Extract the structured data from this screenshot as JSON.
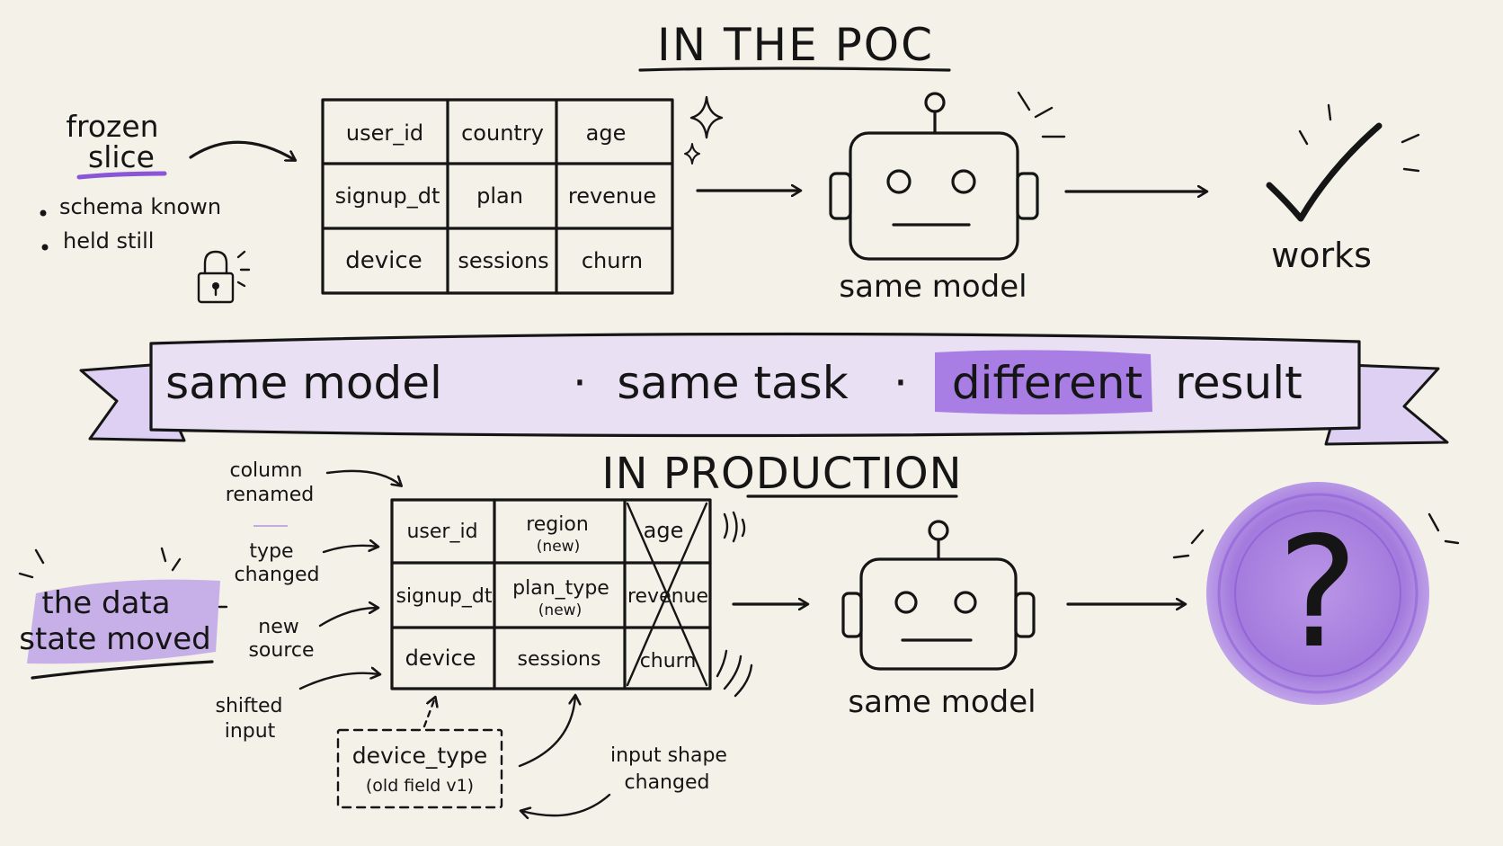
{
  "colors": {
    "background": "#f4f1e8",
    "ink": "#151515",
    "accent": "#8a55d6",
    "accent_light": "#c9b2ec",
    "accent_soft": "#ddd0f2"
  },
  "poc": {
    "title": "IN THE POC",
    "frozen_label_1": "frozen",
    "frozen_label_2": "slice",
    "bullets": [
      "schema known",
      "held still"
    ],
    "table": [
      [
        "user_id",
        "country",
        "age"
      ],
      [
        "signup_dt",
        "plan",
        "revenue"
      ],
      [
        "device",
        "sessions",
        "churn"
      ]
    ],
    "model_label": "same model",
    "result_label": "works",
    "icons": [
      "lock-icon",
      "sparkle-icon",
      "robot-icon",
      "checkmark-icon"
    ]
  },
  "banner": {
    "part1": "same model",
    "sep1": "·",
    "part2": "same task",
    "sep2": "·",
    "part3": "different",
    "part4": "result"
  },
  "production": {
    "title": "IN PRODUCTION",
    "side_label_1": "the data",
    "side_label_2": "state moved",
    "annotations": {
      "renamed_1": "column",
      "renamed_2": "renamed",
      "type_1": "type",
      "type_2": "changed",
      "source_1": "new",
      "source_2": "source",
      "shifted_1": "shifted",
      "shifted_2": "input",
      "shape_1": "input shape",
      "shape_2": "changed"
    },
    "table": {
      "r1": [
        "user_id",
        "region",
        "age"
      ],
      "r1_sub": "(new)",
      "r2": [
        "signup_dt",
        "plan_type",
        "revenue"
      ],
      "r2_sub": "(new)",
      "r3": [
        "device",
        "sessions",
        "churn"
      ]
    },
    "old_field": {
      "name": "device_type",
      "note": "(old field v1)"
    },
    "model_label": "same model",
    "result_symbol": "?",
    "icons": [
      "robot-icon",
      "question-mark-icon"
    ]
  }
}
